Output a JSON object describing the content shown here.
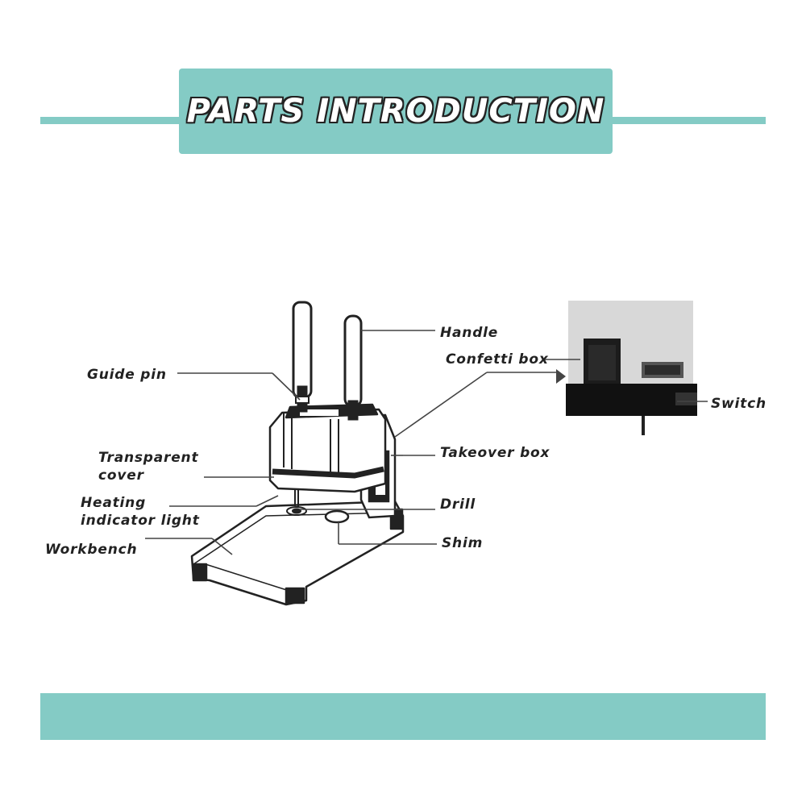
{
  "header": {
    "title": "PARTS INTRODUCTION"
  },
  "labels": {
    "handle": "Handle",
    "confetti_box": "Confetti box",
    "switch": "Switch",
    "guide_pin": "Guide pin",
    "transparent_cover_1": "Transparent",
    "transparent_cover_2": "cover",
    "heating_1": "Heating",
    "heating_2": "indicator light",
    "workbench": "Workbench",
    "takeover_box": "Takeover box",
    "drill": "Drill",
    "shim": "Shim"
  },
  "colors": {
    "accent": "#84cbc5",
    "text": "#222222"
  }
}
